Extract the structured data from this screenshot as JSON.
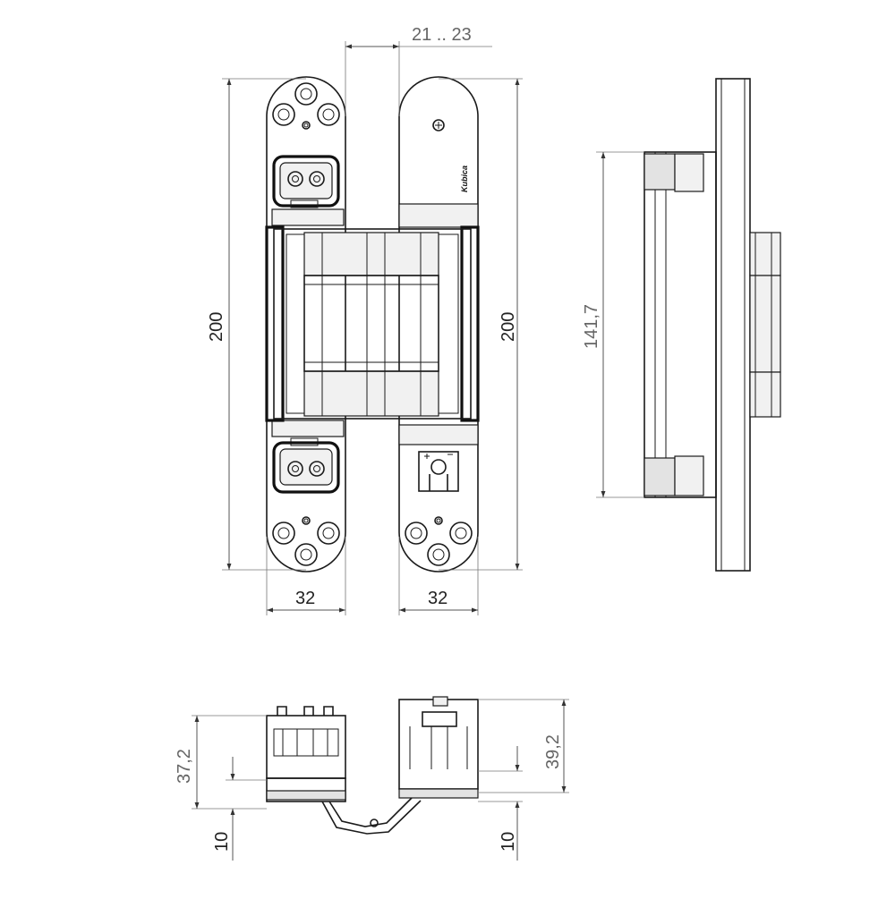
{
  "dimensions": {
    "gap": "21 .. 23",
    "height_left": "200",
    "height_right": "200",
    "width_left": "32",
    "width_right": "32",
    "side_length": "141,7",
    "bottom_left_height": "37,2",
    "bottom_right_height": "39,2",
    "bottom_left_offset": "10",
    "bottom_right_offset": "10"
  },
  "brand_mark": "Kubica"
}
